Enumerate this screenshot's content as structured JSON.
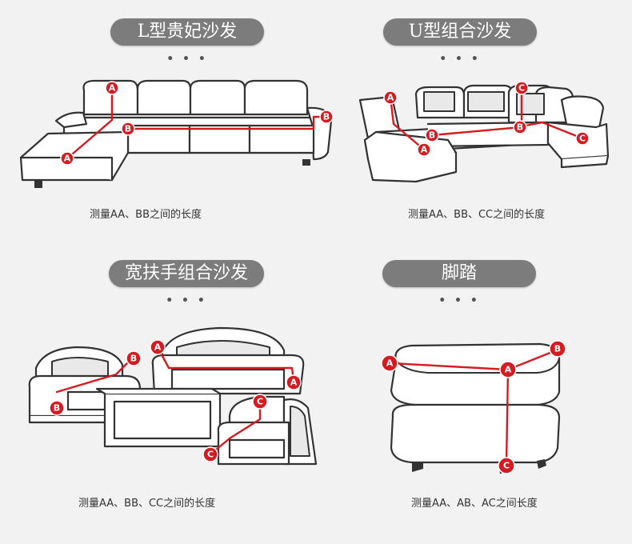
{
  "panels": [
    {
      "title": "L型贵妃沙发",
      "dots": "• • •",
      "caption": "测量AA、BB之间的长度"
    },
    {
      "title": "U型组合沙发",
      "dots": "• • •",
      "caption": "测量AA、BB、CC之间的长度"
    },
    {
      "title": "宽扶手组合沙发",
      "dots": "• • •",
      "caption": "测量AA、BB、CC之间的长度"
    },
    {
      "title": "脚踏",
      "dots": "• • •",
      "caption": "测量AA、AB、AC之间长度"
    }
  ],
  "markers": {
    "a": "A",
    "b": "B",
    "c": "C"
  },
  "colors": {
    "measure": "#d71920",
    "pill": "#7c7c7c",
    "background": "#f2f2f2"
  },
  "icons": [
    "l-shaped-chaise-sofa-illustration",
    "u-shaped-sectional-sofa-illustration",
    "wide-arm-sofa-set-illustration",
    "ottoman-footstool-illustration"
  ]
}
